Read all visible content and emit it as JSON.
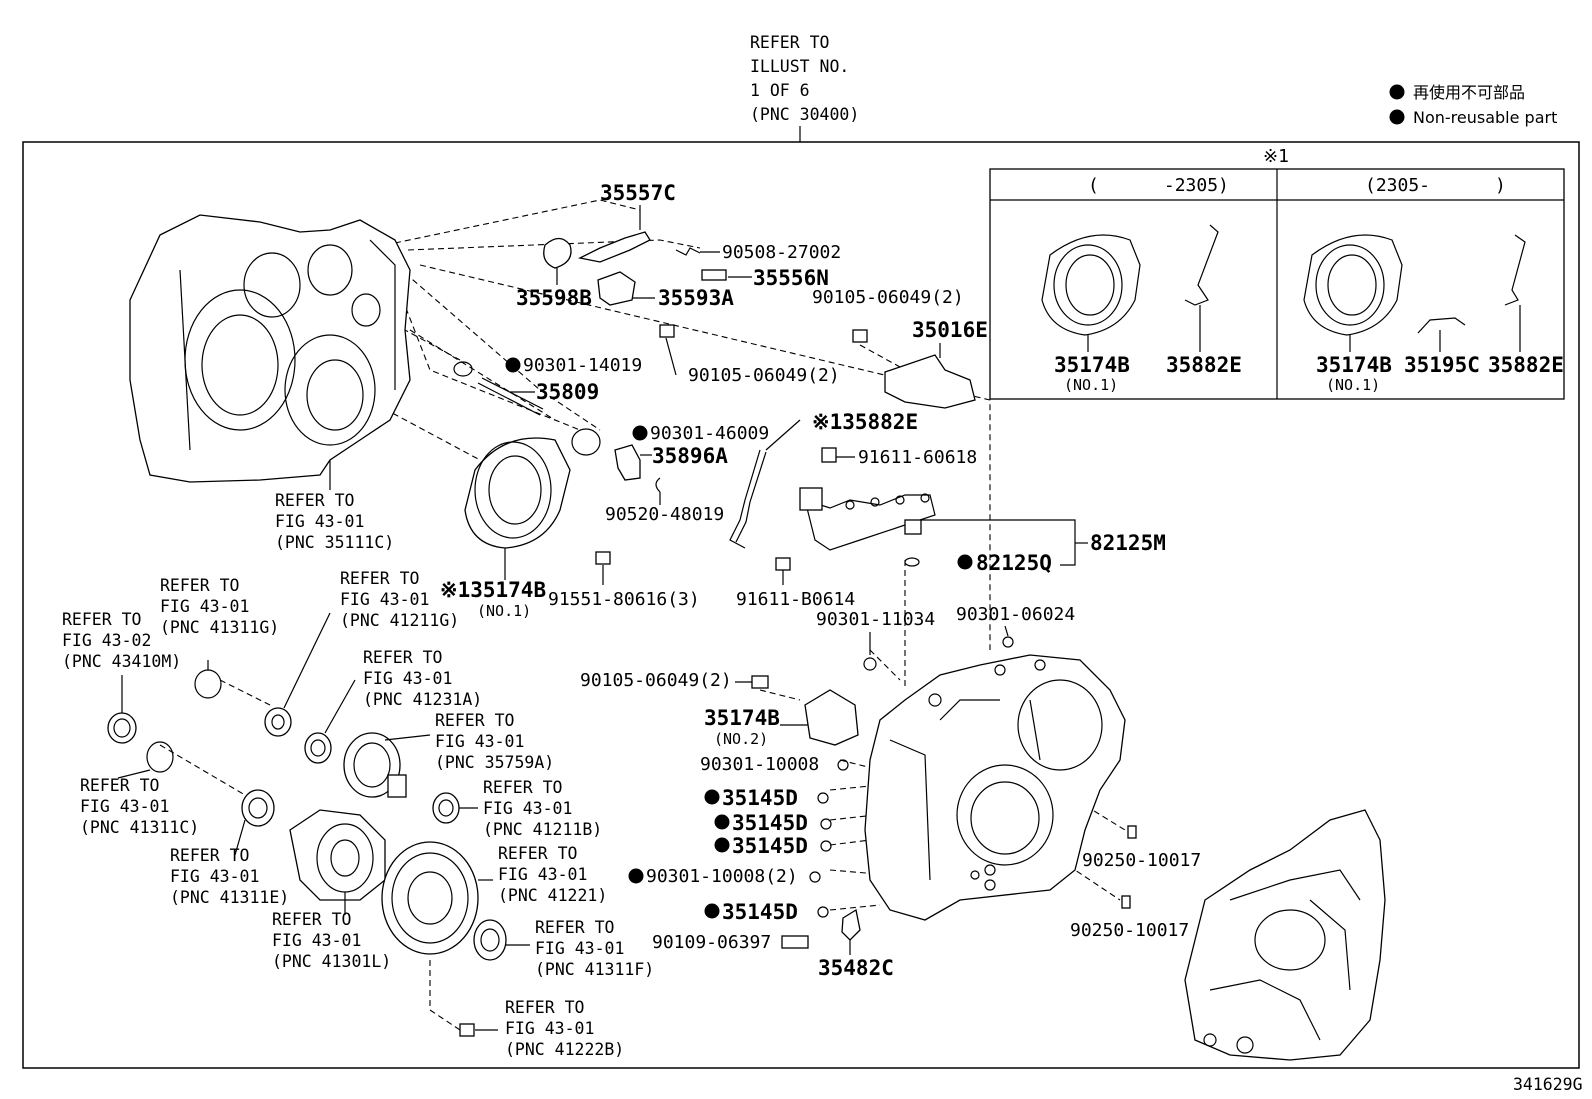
{
  "header": {
    "refer_lines": [
      "REFER TO",
      "ILLUST NO.",
      "1 OF 6",
      "(PNC 30400)"
    ]
  },
  "legend": {
    "japanese": "再使用不可部品",
    "english": "Non-reusable part"
  },
  "variant_box": {
    "mark": "※1",
    "left_header": "(      -2305)",
    "right_header": "(2305-      )",
    "left_parts": [
      {
        "pn": "35174B",
        "sub": "(NO.1)"
      },
      {
        "pn": "35882E",
        "sub": ""
      }
    ],
    "right_parts": [
      {
        "pn": "35174B",
        "sub": "(NO.1)"
      },
      {
        "pn": "35195C",
        "sub": ""
      },
      {
        "pn": "35882E",
        "sub": ""
      }
    ]
  },
  "parts": {
    "p35557C": "35557C",
    "p90508": "90508-27002",
    "p35556N": "35556N",
    "p35598B": "35598B",
    "p35593A": "35593A",
    "p90105a": "90105-06049(2)",
    "p35016E": "35016E",
    "p90105b": "90105-06049(2)",
    "p90301_14019": "90301-14019",
    "p35809": "35809",
    "p90301_46009": "90301-46009",
    "p35896A": "35896A",
    "p35882E": "※135882E",
    "p91611_60618": "91611-60618",
    "p90520": "90520-48019",
    "p82125M": "82125M",
    "p82125Q": "82125Q",
    "p35174B_main": "※135174B",
    "p35174B_main_sub": "(NO.1)",
    "p91551": "91551-80616(3)",
    "p91611_B0614": "91611-B0614",
    "p90301_11034": "90301-11034",
    "p90301_06024": "90301-06024",
    "p90105c": "90105-06049(2)",
    "p35174B_no2": "35174B",
    "p35174B_no2_sub": "(NO.2)",
    "p90301_10008": "90301-10008",
    "p35145D_1": "35145D",
    "p35145D_2": "35145D",
    "p35145D_3": "35145D",
    "p90301_10008_2": "90301-10008(2)",
    "p35145D_4": "35145D",
    "p90109": "90109-06397",
    "p35482C": "35482C",
    "p90250_a": "90250-10017",
    "p90250_b": "90250-10017"
  },
  "refs": {
    "r35111C": [
      "REFER TO",
      "FIG 43-01",
      "(PNC 35111C)"
    ],
    "r41311G": [
      "REFER TO",
      "FIG 43-01",
      "(PNC 41311G)"
    ],
    "r41211G": [
      "REFER TO",
      "FIG 43-01",
      "(PNC 41211G)"
    ],
    "r43410M": [
      "REFER TO",
      "FIG 43-02",
      "(PNC 43410M)"
    ],
    "r41231A": [
      "REFER TO",
      "FIG 43-01",
      "(PNC 41231A)"
    ],
    "r35759A": [
      "REFER TO",
      "FIG 43-01",
      "(PNC 35759A)"
    ],
    "r41311C": [
      "REFER TO",
      "FIG 43-01",
      "(PNC 41311C)"
    ],
    "r41211B": [
      "REFER TO",
      "FIG 43-01",
      "(PNC 41211B)"
    ],
    "r41311E": [
      "REFER TO",
      "FIG 43-01",
      "(PNC 41311E)"
    ],
    "r41221": [
      "REFER TO",
      "FIG 43-01",
      "(PNC 41221)"
    ],
    "r41301L": [
      "REFER TO",
      "FIG 43-01",
      "(PNC 41301L)"
    ],
    "r41311F": [
      "REFER TO",
      "FIG 43-01",
      "(PNC 41311F)"
    ],
    "r41222B": [
      "REFER TO",
      "FIG 43-01",
      "(PNC 41222B)"
    ]
  },
  "footer": {
    "illustration_id": "341629G"
  }
}
